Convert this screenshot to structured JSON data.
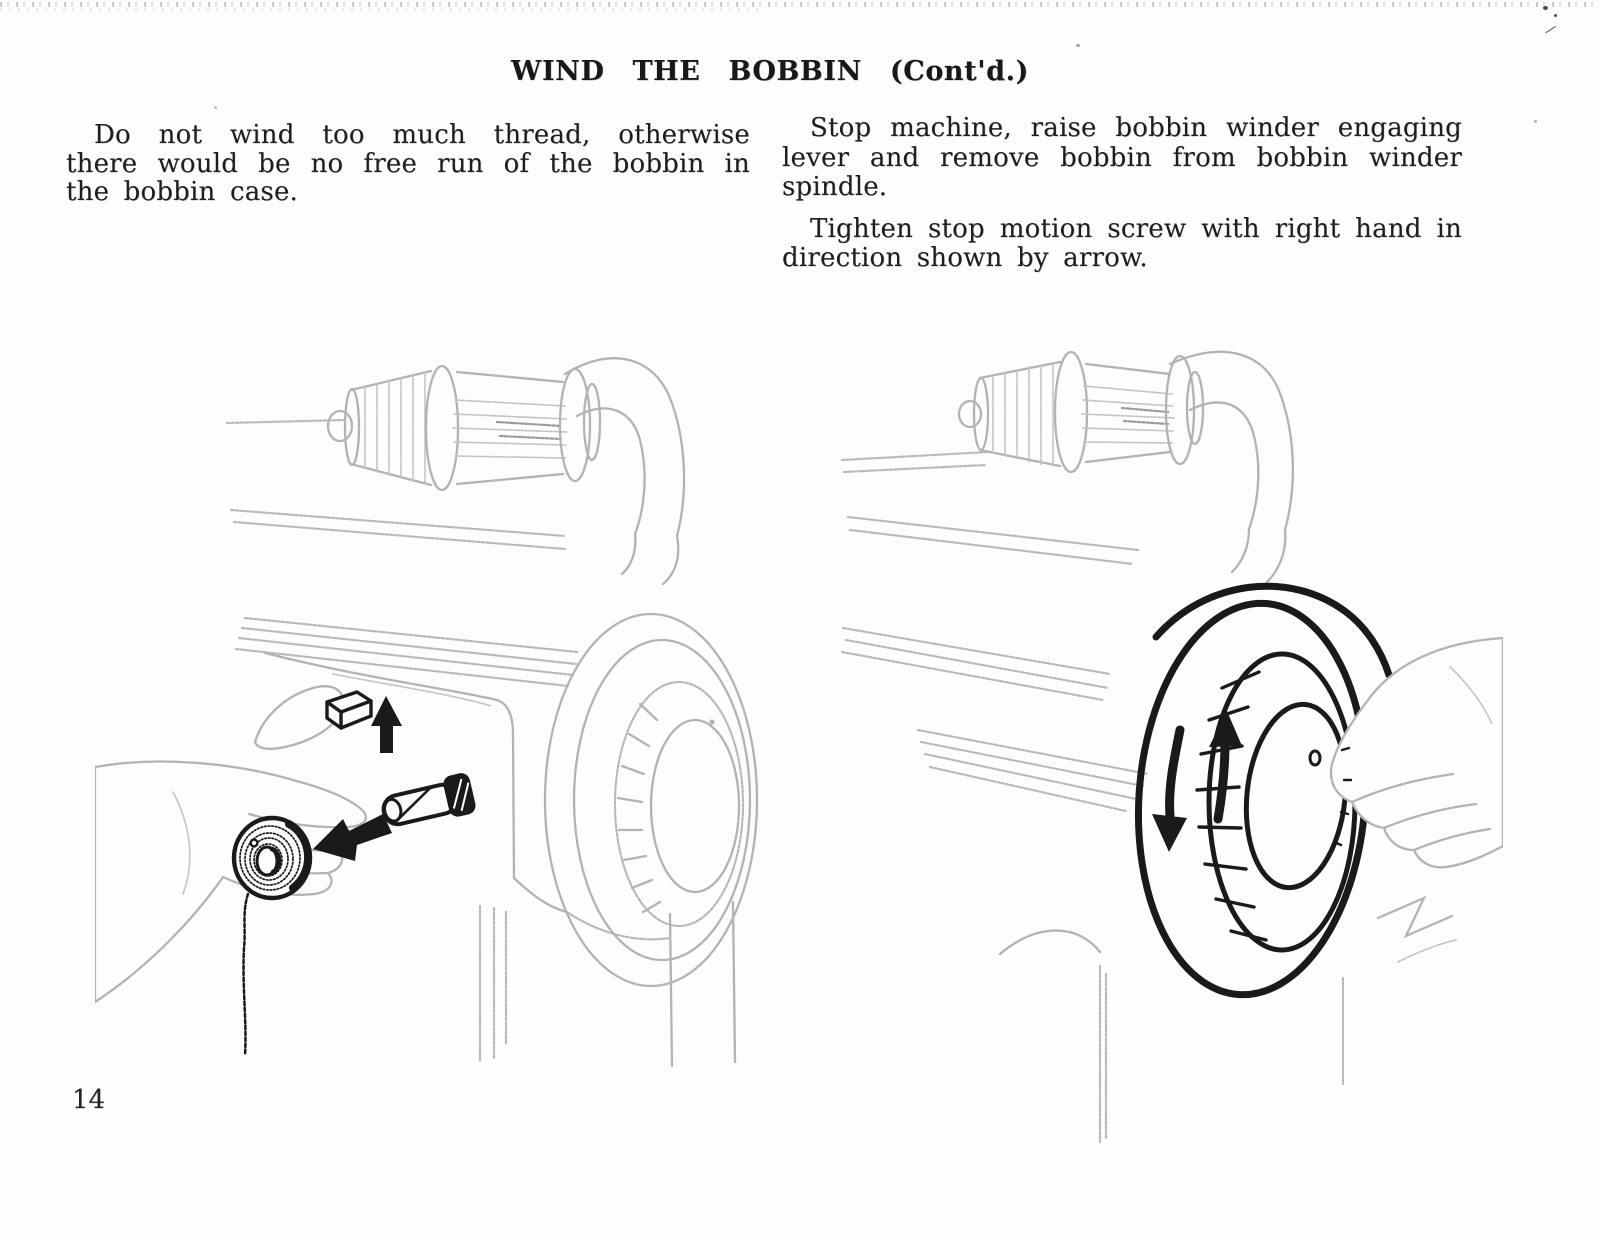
{
  "document": {
    "title": "WIND THE BOBBIN (Cont'd.)",
    "page_number": "14",
    "left_column": {
      "paragraphs": [
        "Do not wind too much thread, otherwise there would be no free run of the bobbin in the bobbin case."
      ]
    },
    "right_column": {
      "paragraphs": [
        "Stop machine, raise bobbin winder engaging lever and remove bobbin from bobbin winder spindle.",
        "Tighten stop motion screw with right hand in direction shown by arrow."
      ]
    },
    "figures": {
      "left_label": "remove-bobbin-illustration",
      "right_label": "tighten-stop-motion-screw-illustration"
    },
    "colors": {
      "ink": "#1a1a1a",
      "sketch_gray": "#b3b3b3",
      "paper": "#fdfdfc"
    }
  }
}
